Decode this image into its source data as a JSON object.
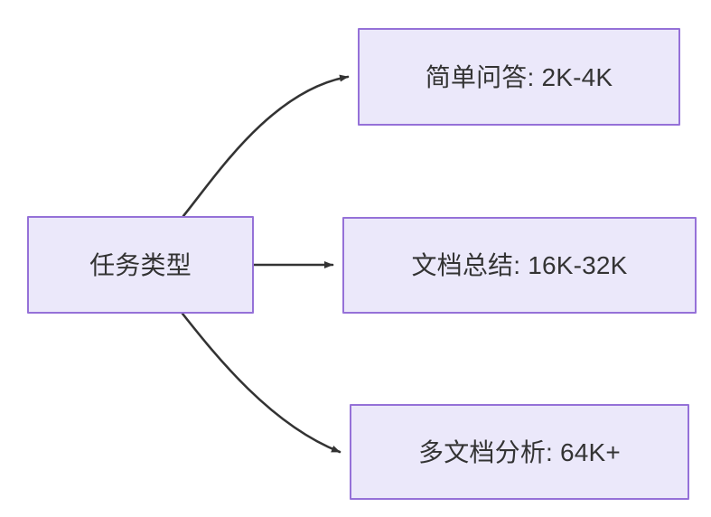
{
  "diagram": {
    "type": "flowchart",
    "direction": "left-to-right",
    "title": "任务类型",
    "background_color": "#ffffff",
    "node_fill_color": "#ebe8fa",
    "node_border_color": "#9571d8",
    "node_text_color": "#333333",
    "edge_color": "#333333",
    "root": {
      "id": "root",
      "label": "任务类型"
    },
    "branches": [
      {
        "id": "simple-qa",
        "label": "简单问答: 2K-4K",
        "task": "简单问答",
        "context_length": "2K-4K",
        "edge_style": "curved"
      },
      {
        "id": "doc-summary",
        "label": "文档总结: 16K-32K",
        "task": "文档总结",
        "context_length": "16K-32K",
        "edge_style": "straight"
      },
      {
        "id": "multi-doc",
        "label": "多文档分析: 64K+",
        "task": "多文档分析",
        "context_length": "64K+",
        "edge_style": "curved"
      }
    ]
  }
}
